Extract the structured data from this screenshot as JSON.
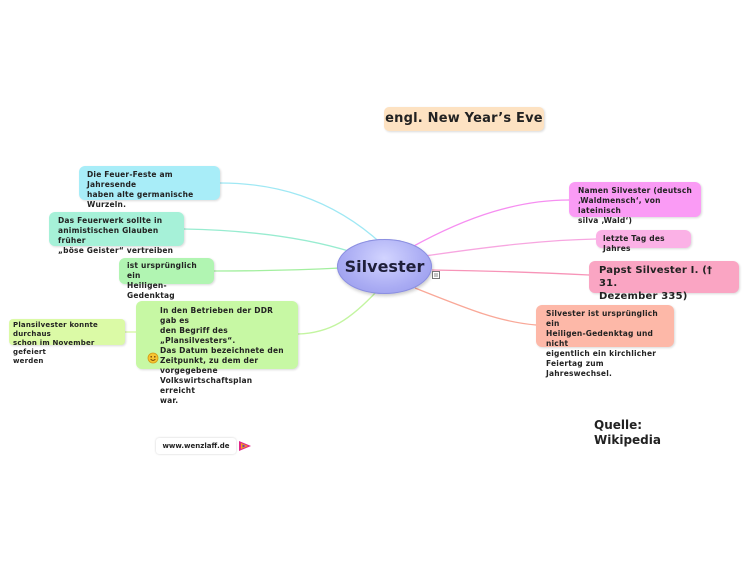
{
  "map": {
    "center": "Silvester",
    "top": "engl. New Year’s Eve",
    "left": {
      "feuer": [
        "Die Feuer-Feste am Jahresende",
        "haben alte germanische",
        "Wurzeln."
      ],
      "feuerwerk": [
        "Das Feuerwerk sollte in",
        "animistischen Glauben früher",
        "„böse Geister“ vertreiben"
      ],
      "ursprung": [
        "ist ursprünglich ein",
        "Heiligen-Gedenktag"
      ],
      "ddr": [
        "In den Betrieben der DDR gab es",
        "den Begriff des „Plansilvesters“.",
        "Das Datum bezeichnete den",
        "Zeitpunkt, zu dem der",
        "vorgegebene",
        "Volkswirtschaftsplan erreicht",
        "war."
      ],
      "plan": [
        "Plansilvester konnte durchaus",
        "schon im November gefeiert",
        "werden"
      ]
    },
    "right": {
      "namen": [
        "Namen Silvester (deutsch",
        "‚Waldmensch‘, von lateinisch",
        "silva ‚Wald‘)"
      ],
      "tag": "letzte Tag des Jahres",
      "papst": [
        "Papst Silvester I. († 31.",
        "Dezember 335)"
      ],
      "heilig": [
        "Silvester ist ursprünglich ein",
        "Heiligen-Gedenktag und nicht",
        "eigentlich ein kirchlicher",
        "Feiertag zum Jahreswechsel."
      ]
    },
    "quelle": [
      "Quelle:",
      "Wikipedia"
    ],
    "footer": "www.wenzlaff.de"
  },
  "colors": {
    "center": "#a9abf3",
    "feuer": "#a8edf8",
    "feuerwerk": "#a6f1d8",
    "ursprung": "#b1f5b2",
    "ddr": "#c7f8a4",
    "plan": "#dbfaa6",
    "namen": "#fa9bf5",
    "tag": "#fbb1e6",
    "papst": "#faa5c3",
    "heilig": "#fdb8a8",
    "top": "#fde2c2"
  },
  "icons": [
    "smiley-icon",
    "note-icon",
    "wenzlaff-logo-icon"
  ]
}
